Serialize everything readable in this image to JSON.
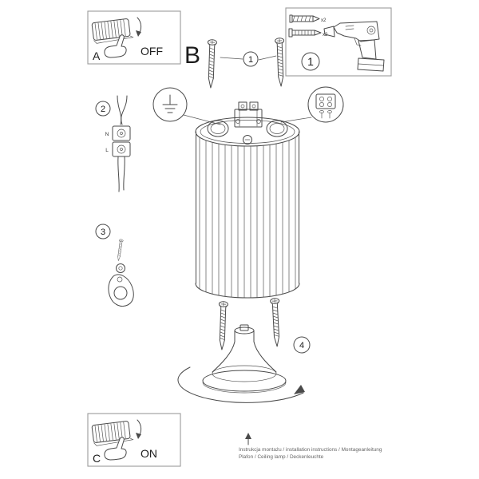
{
  "steps": {
    "a": "A",
    "b": "B",
    "c": "C",
    "off": "OFF",
    "on": "ON",
    "n1": "1",
    "n2": "2",
    "n3": "3",
    "n4": "4",
    "box_n1": "1"
  },
  "parts": {
    "x2": "x2",
    "wire_n": "N",
    "wire_l": "L"
  },
  "footer": {
    "line1": "Instrukcja montażu / installation instructions / Montageanleitung",
    "line2": "Plafon / Ceiling lamp / Deckenleuchte"
  }
}
